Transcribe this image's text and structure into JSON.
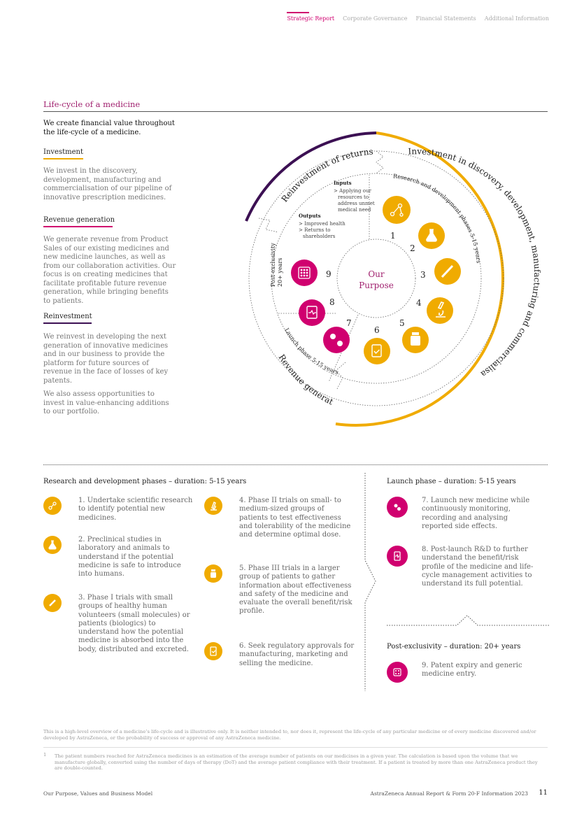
{
  "nav": {
    "items": [
      "Strategic Report",
      "Corporate Governance",
      "Financial Statements",
      "Additional Information"
    ],
    "active": "Strategic Report"
  },
  "section": {
    "title": "Life-cycle of a medicine"
  },
  "intro": {
    "lead": "We create financial value throughout the life-cycle of a medicine."
  },
  "investment": {
    "heading": "Investment",
    "body": "We invest in the discovery, development, manufacturing and commercialisation of our pipeline of innovative prescription medicines."
  },
  "revenue": {
    "heading": "Revenue generation",
    "body": "We generate revenue from Product Sales of our existing medicines and new medicine launches, as well as from our collaboration activities. Our focus is on creating medicines that facilitate profitable future revenue generation, while bringing benefits to patients."
  },
  "reinvestment": {
    "heading": "Reinvestment",
    "body1": "We reinvest in developing the next generation of innovative medicines and in our business to provide the platform for future sources of revenue in the face of losses of key patents.",
    "body2": "We also assess opportunities to invest in value-enhancing additions to our portfolio."
  },
  "colors": {
    "magenta": "#d0006f",
    "gold": "#f0ab00",
    "purple": "#3c1053",
    "plum": "#a0206e"
  },
  "diagram": {
    "center_line1": "Our",
    "center_line2": "Purpose",
    "ring_investment": "Investment in discovery, development, manufacturing and commercialisation of patent-protected medicines",
    "ring_reinvestment": "Reinvestment of returns",
    "ring_revenue": "Revenue generation",
    "inner_rd": "Research and development phases 5-15 years",
    "inner_launch": "Launch phase 5-15 years",
    "inner_post_line1": "Post-exclusivity",
    "inner_post_line2": "20+ years",
    "inputs_title": "Inputs",
    "inputs_lines": [
      "> Applying our",
      "resources to",
      "address unmet",
      "medical need"
    ],
    "outputs_title": "Outputs",
    "outputs_lines": [
      "> Improved health",
      "> Returns to",
      "shareholders"
    ],
    "numbers": [
      "1",
      "2",
      "3",
      "4",
      "5",
      "6",
      "7",
      "8",
      "9"
    ]
  },
  "rd": {
    "heading": "Research and development phases – duration: 5-15 years",
    "items": [
      {
        "icon": "molecule-icon",
        "text": "1. Undertake scientific research to identify potential new medicines."
      },
      {
        "icon": "flask-icon",
        "text": "2. Preclinical studies in laboratory and animals to understand if the potential medicine is safe to introduce into humans."
      },
      {
        "icon": "syringe-icon",
        "text": "3. Phase I trials with small groups of healthy human volunteers (small molecules) or patients (biologics) to understand how the potential medicine is absorbed into the body, distributed and excreted."
      },
      {
        "icon": "microscope-icon",
        "text": "4. Phase II trials on small- to medium-sized groups of patients to test effectiveness and tolerability of the medicine and determine optimal dose."
      },
      {
        "icon": "pill-bottle-icon",
        "text": "5. Phase III trials in a larger group of patients to gather information about effectiveness and safety of the medicine and evaluate the overall benefit/risk profile."
      },
      {
        "icon": "approval-document-icon",
        "text": "6. Seek regulatory approvals for manufacturing, marketing and selling the medicine."
      }
    ]
  },
  "launch": {
    "heading": "Launch phase – duration: 5-15 years",
    "items": [
      {
        "icon": "pills-icon",
        "text": "7. Launch new medicine while continuously monitoring, recording and analysing reported side effects."
      },
      {
        "icon": "medical-chart-icon",
        "text": "8. Post-launch R&D to further understand the benefit/risk profile of the medicine and life-cycle management activities to understand its full potential."
      }
    ]
  },
  "post": {
    "heading": "Post-exclusivity – duration: 20+ years",
    "items": [
      {
        "icon": "blister-pack-icon",
        "text": "9. Patent expiry and generic medicine entry."
      }
    ]
  },
  "disclaimer": "This is a high-level overview of a medicine’s life-cycle and is illustrative only. It is neither intended to, nor does it, represent the life-cycle of any particular medicine or of every medicine discovered and/or developed by AstraZeneca, or the probability of success or approval of any AstraZeneca medicine.",
  "footnote": {
    "mark": "1",
    "text": "The patient numbers reached for AstraZeneca medicines is an estimation of the average number of patients on our medicines in a given year. The calculation is based upon the volume that we manufacture globally, converted using the number of days of therapy (DoT) and the average patient compliance with their treatment. If a patient is treated by more than one AstraZeneca product they are double-counted."
  },
  "footer": {
    "left": "Our Purpose, Values and Business Model",
    "right": "AstraZeneca Annual Report & Form 20-F Information 2023",
    "page": "11"
  }
}
